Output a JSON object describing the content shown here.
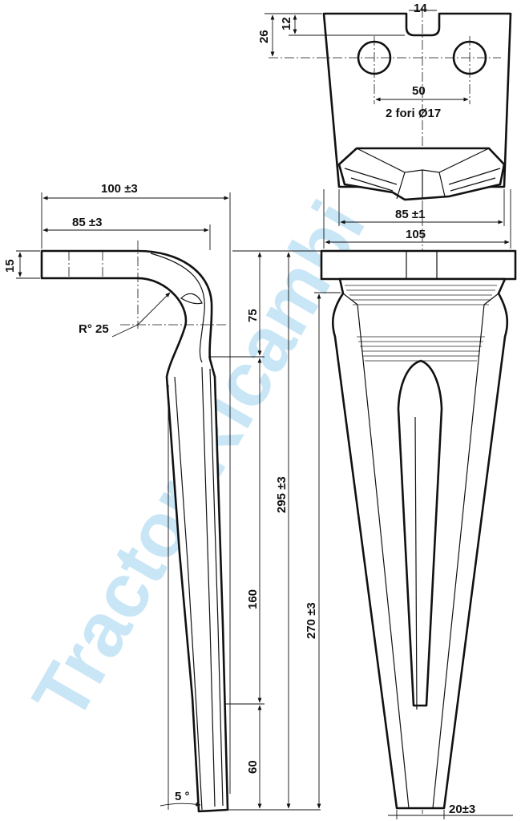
{
  "watermark": "Tractor Ricambi",
  "dimensions": {
    "top_slot_width": "14",
    "top_slot_depth": "12",
    "hole_center_height": "26",
    "hole_spacing": "50",
    "holes_note": "2 fori Ø17",
    "plate_inner_width": "85 ±1",
    "plate_width": "105",
    "total_width": "100 ±3",
    "bend_width": "85 ±3",
    "thickness": "15",
    "bend_radius": "R° 25",
    "height_upper": "75",
    "height_mid": "160",
    "height_lower": "60",
    "height_total_side": "295 ±3",
    "height_total_front": "270 ±3",
    "tip_angle": "5 °",
    "tip_width": "20±3"
  },
  "colors": {
    "line": "#111111",
    "watermark": "#7fc4ec"
  }
}
